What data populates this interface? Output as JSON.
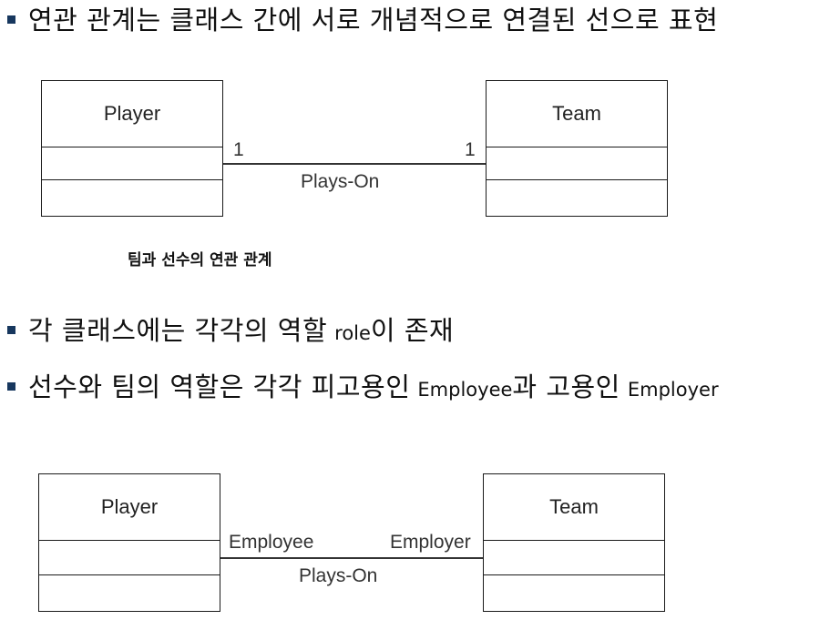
{
  "bullets": {
    "b1": "연관 관계는 클래스 간에 서로 개념적으로 연결된 선으로 표현",
    "b2_main": "각 클래스에는 각각의 역할",
    "b2_role": "role",
    "b2_end": "이 존재",
    "b3_main": "선수와 팀의 역할은 각각 피고용인",
    "b3_employee": "Employee",
    "b3_mid": "과 고용인",
    "b3_employer": "Employer"
  },
  "diagram1": {
    "left_class": "Player",
    "right_class": "Team",
    "left_multiplicity": "1",
    "right_multiplicity": "1",
    "association": "Plays-On",
    "caption": "팀과 선수의 연관 관계"
  },
  "diagram2": {
    "left_class": "Player",
    "right_class": "Team",
    "left_role": "Employee",
    "right_role": "Employer",
    "association": "Plays-On"
  },
  "colors": {
    "bullet_square": "#17375e",
    "line": "#1a1a1a",
    "text": "#111111"
  }
}
